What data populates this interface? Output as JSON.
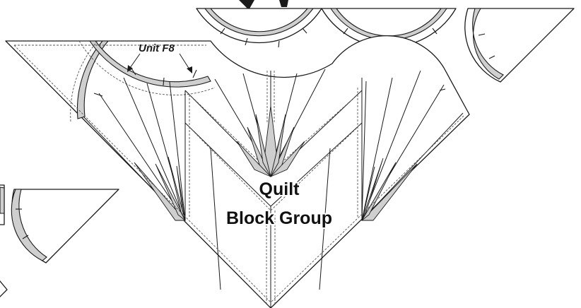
{
  "labels": {
    "unit": "Unit F8",
    "group_line1": "Quilt",
    "group_line2": "Block Group"
  },
  "colors": {
    "line": "#1a1a1a",
    "band_fill": "#cfcfcf",
    "background": "#ffffff"
  }
}
